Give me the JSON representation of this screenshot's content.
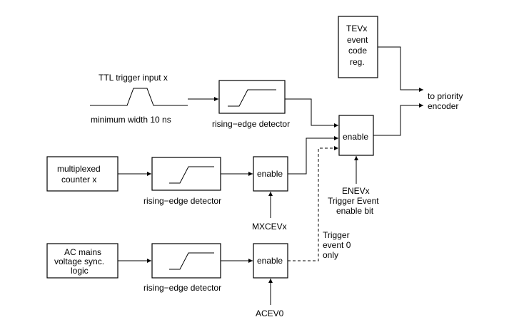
{
  "labels": {
    "ttl_input": "TTL trigger input x",
    "min_width": "minimum width 10 ns",
    "rising_edge": "rising−edge detector",
    "counter": [
      "multiplexed",
      "counter x"
    ],
    "ac_mains": [
      "AC mains",
      "voltage sync.",
      "logic"
    ],
    "enable": "enable",
    "tev": [
      "TEVx",
      "event",
      "code",
      "reg."
    ],
    "to_priority": [
      "to priority",
      "encoder"
    ],
    "enev": [
      "ENEVx",
      "Trigger Event",
      "enable bit"
    ],
    "mxcev": "MXCEVx",
    "trigger0": [
      "Trigger",
      "event 0",
      "only"
    ],
    "acev0": "ACEV0"
  }
}
